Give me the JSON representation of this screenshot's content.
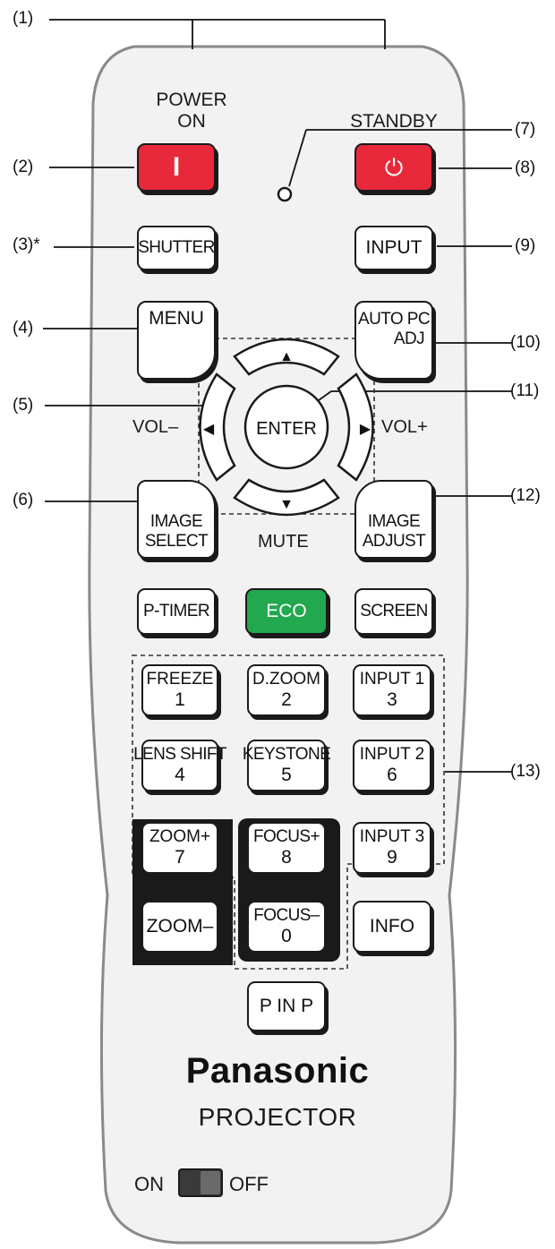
{
  "callouts": [
    "(1)",
    "(2)",
    "(3)*",
    "(4)",
    "(5)",
    "(6)",
    "(7)",
    "(8)",
    "(9)",
    "(10)",
    "(11)",
    "(12)",
    "(13)"
  ],
  "labels": {
    "power_on_1": "POWER",
    "power_on_2": "ON",
    "standby": "STANDBY",
    "vol_minus": "VOL–",
    "vol_plus": "VOL+",
    "mute": "MUTE"
  },
  "buttons": {
    "power_on": "I",
    "standby": "⏻",
    "shutter": "SHUTTER",
    "input": "INPUT",
    "menu": "MENU",
    "auto_pc_adj_1": "AUTO PC",
    "auto_pc_adj_2": "ADJ",
    "up": "▲",
    "down": "▼",
    "left": "◀",
    "right": "▶",
    "enter": "ENTER",
    "image_select_1": "IMAGE",
    "image_select_2": "SELECT",
    "image_adjust_1": "IMAGE",
    "image_adjust_2": "ADJUST",
    "p_timer": "P-TIMER",
    "eco": "ECO",
    "screen": "SCREEN",
    "freeze_1": "FREEZE",
    "freeze_2": "1",
    "dzoom_1": "D.ZOOM",
    "dzoom_2": "2",
    "input1_1": "INPUT 1",
    "input1_2": "3",
    "lensshift_1": "LENS SHIFT",
    "lensshift_2": "4",
    "keystone_1": "KEYSTONE",
    "keystone_2": "5",
    "input2_1": "INPUT 2",
    "input2_2": "6",
    "zoomplus_1": "ZOOM+",
    "zoomplus_2": "7",
    "focusplus_1": "FOCUS+",
    "focusplus_2": "8",
    "input3_1": "INPUT 3",
    "input3_2": "9",
    "zoomminus": "ZOOM–",
    "focusminus_1": "FOCUS–",
    "focusminus_2": "0",
    "info": "INFO",
    "pinp": "P IN P"
  },
  "brand": "Panasonic",
  "product": "PROJECTOR",
  "switch": {
    "on": "ON",
    "off": "OFF"
  },
  "colors": {
    "power_red": "#e8293c",
    "eco_green": "#22a84f",
    "body_fill": "#f2f2f2",
    "outline": "#1a1a1a"
  }
}
